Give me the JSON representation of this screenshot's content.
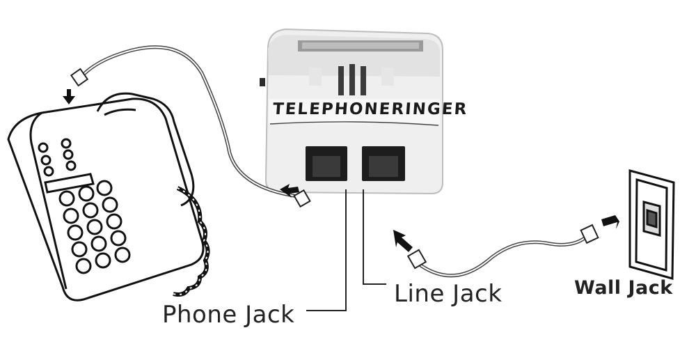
{
  "device": {
    "brand_label": "TELEPHONERINGER"
  },
  "labels": {
    "phone_jack": "Phone Jack",
    "line_jack": "Line Jack",
    "wall_jack": "Wall Jack"
  }
}
